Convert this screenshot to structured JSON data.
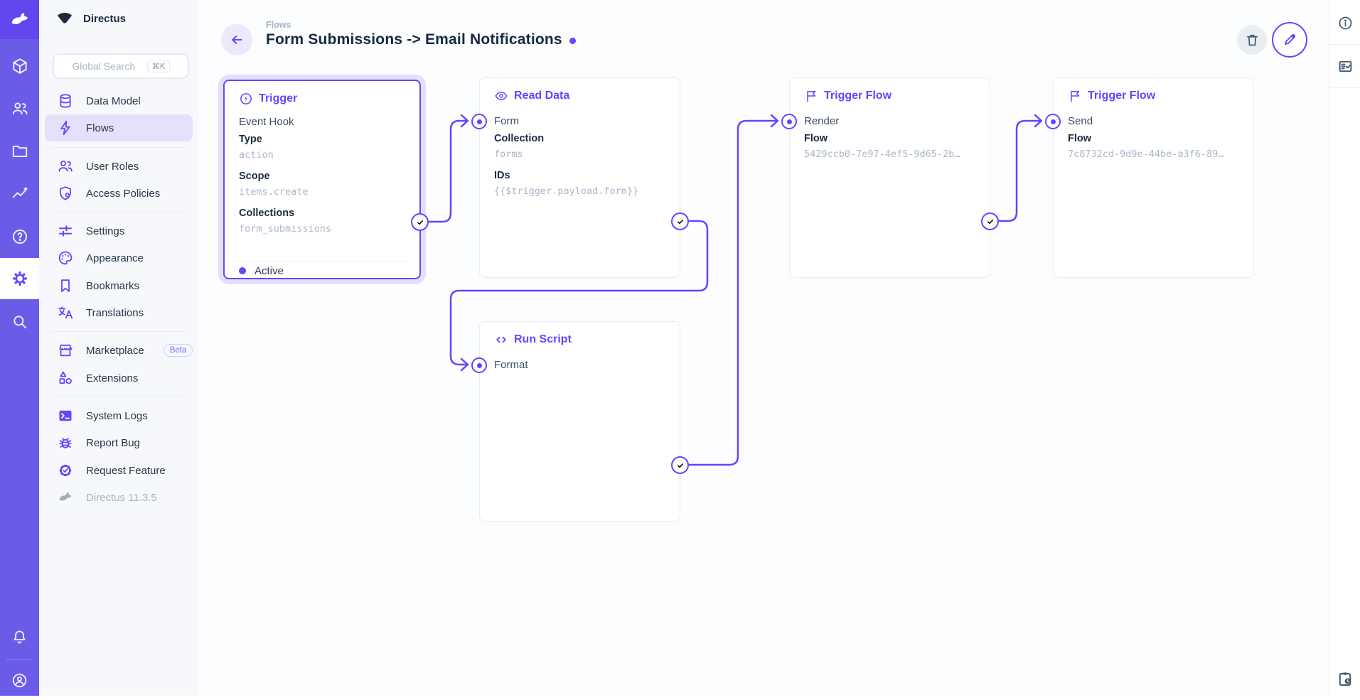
{
  "colors": {
    "accent": "#6644FF",
    "module_bar": "#6B5CE7",
    "logo_tile": "#6247EE",
    "active_nav_bg": "#E6E0FB"
  },
  "module_bar": {
    "logo_icon": "directus-rabbit",
    "modules": [
      {
        "name": "content",
        "icon": "box-icon"
      },
      {
        "name": "user-directory",
        "icon": "people-icon"
      },
      {
        "name": "files",
        "icon": "folder-icon"
      },
      {
        "name": "insights",
        "icon": "insights-icon"
      },
      {
        "name": "documentation",
        "icon": "help-icon"
      },
      {
        "name": "settings",
        "icon": "gear-icon",
        "active": true
      },
      {
        "name": "search",
        "icon": "magnifier-icon"
      }
    ],
    "bottom": [
      {
        "name": "notifications",
        "icon": "bell-icon"
      },
      {
        "name": "account",
        "icon": "account-circle-icon"
      }
    ]
  },
  "sidebar": {
    "project_name": "Directus",
    "search": {
      "placeholder": "Global Search",
      "shortcut": "⌘K"
    },
    "groups": [
      {
        "items": [
          {
            "label": "Data Model",
            "icon": "database-icon"
          },
          {
            "label": "Flows",
            "icon": "bolt-icon",
            "active": true
          }
        ]
      },
      {
        "items": [
          {
            "label": "User Roles",
            "icon": "users-icon"
          },
          {
            "label": "Access Policies",
            "icon": "shield-user-icon"
          }
        ]
      },
      {
        "items": [
          {
            "label": "Settings",
            "icon": "tune-icon"
          },
          {
            "label": "Appearance",
            "icon": "palette-icon"
          },
          {
            "label": "Bookmarks",
            "icon": "bookmark-icon"
          },
          {
            "label": "Translations",
            "icon": "translate-icon"
          }
        ]
      },
      {
        "items": [
          {
            "label": "Marketplace",
            "icon": "storefront-icon",
            "badge": "Beta"
          },
          {
            "label": "Extensions",
            "icon": "shapes-icon"
          }
        ]
      },
      {
        "items": [
          {
            "label": "System Logs",
            "icon": "terminal-icon"
          },
          {
            "label": "Report Bug",
            "icon": "bug-icon"
          },
          {
            "label": "Request Feature",
            "icon": "seal-check-icon"
          },
          {
            "label": "Directus 11.3.5",
            "icon": "rabbit-icon",
            "muted": true
          }
        ]
      }
    ]
  },
  "header": {
    "breadcrumb": "Flows",
    "title": "Form Submissions -> Email Notifications",
    "status_dot_color": "#6644FF",
    "actions": [
      {
        "name": "delete",
        "icon": "trash-icon"
      },
      {
        "name": "edit",
        "icon": "pencil-icon"
      }
    ]
  },
  "flow": {
    "nodes": {
      "trigger": {
        "title": "Trigger",
        "icon": "bolt-circle-icon",
        "name": "Event Hook",
        "fields": [
          {
            "label": "Type",
            "value": "action"
          },
          {
            "label": "Scope",
            "value": "items.create"
          },
          {
            "label": "Collections",
            "value": "form_submissions"
          }
        ],
        "status": "Active",
        "selected": true
      },
      "read_data": {
        "title": "Read Data",
        "icon": "eye-icon",
        "name": "Form",
        "fields": [
          {
            "label": "Collection",
            "value": "forms"
          },
          {
            "label": "IDs",
            "value": "{{$trigger.payload.form}}"
          }
        ]
      },
      "trigger_flow_render": {
        "title": "Trigger Flow",
        "icon": "flag-icon",
        "name": "Render",
        "fields": [
          {
            "label": "Flow",
            "value": "5429ccb0-7e97-4ef5-9d65-2b…"
          }
        ]
      },
      "trigger_flow_send": {
        "title": "Trigger Flow",
        "icon": "flag-icon",
        "name": "Send",
        "fields": [
          {
            "label": "Flow",
            "value": "7c8732cd-9d9e-44be-a3f6-89…"
          }
        ]
      },
      "run_script": {
        "title": "Run Script",
        "icon": "code-icon",
        "name": "Format"
      }
    },
    "connections": [
      [
        "trigger",
        "read_data"
      ],
      [
        "read_data",
        "run_script"
      ],
      [
        "run_script",
        "trigger_flow_render"
      ],
      [
        "trigger_flow_render",
        "trigger_flow_send"
      ]
    ]
  },
  "right_bar": {
    "icons": [
      "info-icon",
      "fact-check-icon",
      "clipboard-clock-icon"
    ]
  }
}
